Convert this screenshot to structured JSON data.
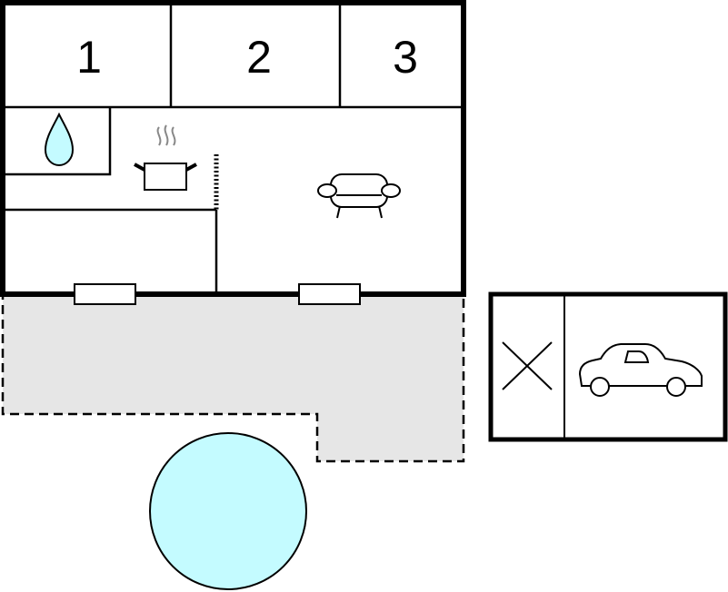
{
  "floorplan": {
    "rooms": [
      {
        "label": "1"
      },
      {
        "label": "2"
      },
      {
        "label": "3"
      }
    ],
    "icons": {
      "bathroom": "water-drop-icon",
      "kitchen": "cooking-pot-icon",
      "living_room": "sofa-icon",
      "carport": "car-icon",
      "storage": "cross-icon",
      "outdoor": "pool-icon"
    },
    "colors": {
      "water": "#c4fbff",
      "terrace": "#e6e6e6",
      "wall": "#000000"
    }
  }
}
